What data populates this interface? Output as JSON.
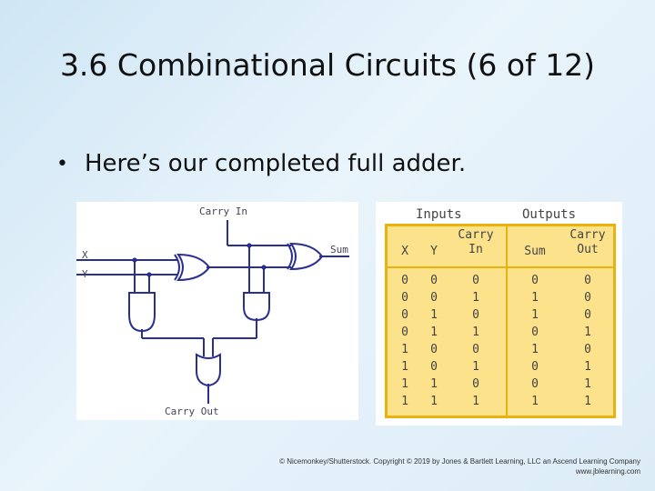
{
  "slide": {
    "title": "3.6 Combinational Circuits (6 of 12)",
    "bullet": "Here’s our completed full adder."
  },
  "circuit": {
    "carry_in_label": "Carry In",
    "sum_label": "Sum",
    "x_label": "X",
    "y_label": "Y",
    "carry_out_label": "Carry Out"
  },
  "truth_table": {
    "group_headers": [
      "Inputs",
      "Outputs"
    ],
    "columns": [
      {
        "line1": "X",
        "line2": ""
      },
      {
        "line1": "Y",
        "line2": ""
      },
      {
        "line1": "Carry",
        "line2": "In"
      },
      {
        "line1": "Sum",
        "line2": ""
      },
      {
        "line1": "Carry",
        "line2": "Out"
      }
    ],
    "rows": [
      [
        "0",
        "0",
        "0",
        "0",
        "0"
      ],
      [
        "0",
        "0",
        "1",
        "1",
        "0"
      ],
      [
        "0",
        "1",
        "0",
        "1",
        "0"
      ],
      [
        "0",
        "1",
        "1",
        "0",
        "1"
      ],
      [
        "1",
        "0",
        "0",
        "1",
        "0"
      ],
      [
        "1",
        "0",
        "1",
        "0",
        "1"
      ],
      [
        "1",
        "1",
        "0",
        "0",
        "1"
      ],
      [
        "1",
        "1",
        "1",
        "1",
        "1"
      ]
    ],
    "colors": {
      "fill": "#fde28c",
      "border": "#e9b20e"
    }
  },
  "credit": {
    "line1": "© Nicemonkey/Shutterstock. Copyright © 2019 by Jones & Bartlett Learning, LLC an Ascend Learning Company",
    "line2": "www.jblearning.com"
  }
}
